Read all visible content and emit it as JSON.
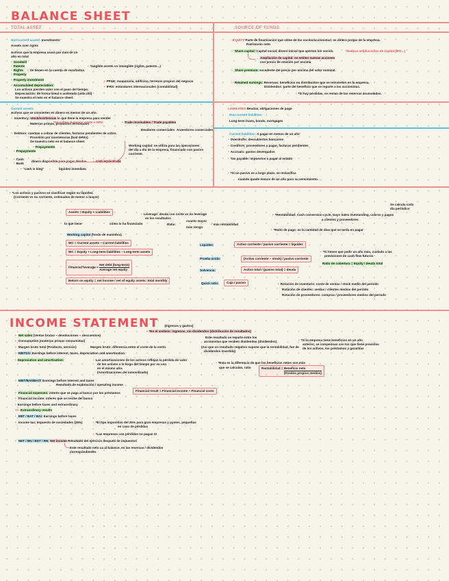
{
  "balance_sheet": {
    "title": "BALANCE SHEET",
    "left_header": "TOTAL ASSET",
    "right_header": "SOURCE OF FUNDS",
    "non_current": {
      "heading": "Non-current assets:",
      "heading_tail": "Investments",
      "line2": "Assets over rights",
      "line3a": "Activos que la empresa usará por más de un",
      "line3b": "año en total",
      "items": [
        "Goodwill",
        "Patents",
        "Rights",
        "Property",
        "Property investment"
      ],
      "rights_note": "Se tienen en la cuenta de resultados.",
      "acc_heading": "Accumulated depreciation:",
      "acc_lines": [
        "Los activos pierden valor con el paso del tiempo.",
        "Depreciación: de forma lineal o acelerada (vida útil)",
        "Se muestra el neto en el balance sheet."
      ],
      "side_note": "Tangible assets vs intangible (rights, patents...)",
      "ppe_note": "PP&E: maquinaria, edificios, terrenos propios del negocio",
      "ifrs_note": "IFRS: estándares internacionales (contabilidad)"
    },
    "equity": {
      "heading": "EQUITY",
      "text1": "Parte de financiación que viene de los socios/accionistas; es dinero propio de la empresa.",
      "text1b": "Patrimonio neto",
      "share_capital": "Share capital:",
      "share_capital_text": "Capital social, dinero inicial que aportan los socios.",
      "share_capital_note": "*Nuevas ampliaciones de capital (IPO...)",
      "ampliacion": "Ampliación de capital: se emiten nuevas acciones",
      "ampliacion2": "con precio de emisión por encima",
      "share_premium": "Share premium:",
      "share_premium_text": "excedente del precio por encima del valor nominal.",
      "retained": "Retained earnings:",
      "retained_text": "Reservas; beneficios no distribuidos que se reinvierten en la empresa.",
      "retained_text2": "Dividendos: parte del beneficio que se reparte a los accionistas.",
      "retained_note": "*Si hay pérdidas, se restan de las reservas acumuladas."
    },
    "current": {
      "heading": "Current assets:",
      "line1": "Activos que se convierten en dinero en menos de un año.",
      "inventory": "Inventory:",
      "inventory_tag": "stock/existencias",
      "inventory_text": "lo que tiene la empresa para vender",
      "inventory_sub": "Materias primas, productos terminados",
      "inventory_note": "*Se valora al menor: coste o NRV",
      "receivables": "Debtors:",
      "receivables_text": "cuentas a cobrar de clientes, facturas pendientes de cobro.",
      "receivables_text2": "Provisión por insolvencias (bad debts).",
      "receivables_text3": "Se muestra neto en el balance sheet.",
      "prepayments": "Prepayments",
      "cash": "Cash",
      "bank": "Bank",
      "cash_text": "dinero disponible para pagar deudas",
      "cash_note": "cash equivalents",
      "cash_quote": "\"cash is king\"",
      "cash_quote_text": "liquidez inmediata",
      "side_tag": "Trade receivables / Trade payables",
      "side_a": "Deudores comerciales",
      "side_b": "Acreedores comerciales",
      "working": "Working capital: se utiliza para las operaciones del día a día de la empresa, financiado con pasivo corriente."
    },
    "liabilities": {
      "heading": "LIABILITIES",
      "heading_tail": "Deudas, obligaciones de pago",
      "nc_heading": "Non-current liabilities:",
      "nc_text": "Long-term loans, bonds, mortgages",
      "cur_heading": "Current liabilities:",
      "cur_text": "A pagar en menos de un año",
      "items": [
        "Overdrafts: descubiertos bancarios",
        "Creditors: proveedores a pagar, facturas pendientes",
        "Accruals: gastos devengados",
        "Tax payable: impuestos a pagar al estado"
      ],
      "note": "*Si un pasivo es a largo plazo, se reclasifica",
      "note2": "cuando quede menos de un año para su vencimiento."
    },
    "bottom_note": "*Los activos y pasivos se clasifican según su liquidez.",
    "bottom_note2": "(Corriente vs no corriente, ordenados de menor a mayor)",
    "formulas": {
      "accounting_eq": "Assets = Equity + Liabilities",
      "label_left": "lo que tiene",
      "label_right": "cómo lo ha financiado",
      "wc_tag": "Working capital",
      "wc_tag_tail": "(fondo de maniobra)",
      "wc": "WC = Current assets − Current liabilities",
      "wc2": "WC = Equity + Long-term liabilities − Long-term assets",
      "gearing_label": "Financial leverage =",
      "gearing_num": "Net debt (long-term)",
      "gearing_den": "Average net equity",
      "roe": "Return on equity = net income / net of equity assets: total monthly",
      "leverage_note": "Leverage: deuda con coste vs no leverage",
      "leverage_note2": "en los resultados",
      "gearing_branch": "Ratio:",
      "gearing_high": "cuanto mayor",
      "gearing_low": "más riesgo",
      "gearing_result": "más rentabilidad",
      "liquidity_label": "Liquidez:",
      "liquidity_eq": "Activo corriente / pasivo corriente = liquidez",
      "acid_label": "Prueba ácida:",
      "acid_eq": "(Activo corriente − stock) / pasivo corriente",
      "solvency_label": "Solvencia:",
      "solvency_eq": "Activo total / (pasivo total) = deuda",
      "cash_label": "Quick ratio:",
      "cash_eq": "Caja / pasivo",
      "r_note1": "*Rentabilidad: Cash conversion cycle, Days Sales Outstanding, cobros y pagos",
      "r_note1b": "a clientes y proveedores",
      "r_note2": "*Ratio de pago: es la cantidad de días que se tarda en pagar",
      "r_top": "Se calcula cada",
      "r_top2": "día periódico",
      "green_note": "*Si tienes que pedir un año más, cuidado a las",
      "green_note2": "previsiones de cash flow futuros",
      "green_note3": "Ratio de cobertura = Equity / deuda total",
      "rot1": "Rotación de inventario: coste de ventas / stock medio del periodo",
      "rot2": "Rotación de clientes: ventas / clientes medios del periodo",
      "rot3": "Rotación de proveedores: compras / proveedores medios del periodo"
    }
  },
  "income_statement": {
    "title": "INCOME STATEMENT",
    "subtitle": "(Ingresos y gastos)",
    "net_sales": "Net sales",
    "net_sales_text": "(Ventas brutas − devoluciones − descuentos)",
    "consumption": "Consumption",
    "consumption_text": "(materias primas consumidas)",
    "gross_margin": "Margen bruto total",
    "gross_margin_tag": "(Producto, servicio)",
    "gross_margin_note": "Margen bruto: diferencia entre el coste de la venta",
    "ebitda": "EBITDA:",
    "ebitda_text": "Earnings before interest, taxes, depreciation and amortisation",
    "depreciation": "Depreciation and amortisation:",
    "dep_note1": "Las amortizaciones de los activos reflejan la pérdida de valor",
    "dep_note2": "de los activos a lo largo del tiempo por su uso",
    "dep_note3": "en el mismo año.",
    "dep_note4": "(Amortizaciones del inmovilizado)",
    "ebit": "EBIT/BAII/BAIT:",
    "ebit_text": "Earnings before interest and taxes",
    "ebit_text2": "Resultado de explotación / operating income",
    "fin_exp": "Financial expenses:",
    "fin_exp_text": "interés que se paga al banco por los préstamos",
    "fin_inc": "Financial income:",
    "fin_inc_text": "interés que se recibe del banco",
    "ebt": "Earnings before taxes and extraordinary",
    "extraordinary": "Extraordinary results",
    "ebt2": "EBT / BAT / BAI:",
    "ebt2_text": "Earnings before taxes",
    "income_tax": "Income tax:",
    "income_tax_text": "Impuesto de sociedades (25%)",
    "tax_note": "*El tipo impositivo del 25% para gran empresas y pymes, pequeñas",
    "tax_note2": "en caso de pérdidas",
    "tax_note3": "*Las empresas con pérdidas no pagan IS",
    "net": "NET / BN / BDT / RN:",
    "net_tag": "Net income",
    "net_text": "Resultado del ejercicio después de impuestos",
    "net_text2": "Este resultado neto va al balance, en las reservas / dividendos",
    "net_text3": "correspondientes",
    "fin_result": "Financial result = Financial income − Financial costs",
    "r1": "*En el análisis: ingresos, sin dividendos (distribución de resultados)",
    "r2": "Este resultado se reparte entre los",
    "r2b": "accionistas que reciben dividendos (dividendos)",
    "r3": "(Así que un resultado negativo supone que la rentabilidad, fue de",
    "r3b": "dividendos invertida)",
    "r4": "*Si la empresa tiene beneficios en un año",
    "r4b": "anterior, se compensan con los que tiene previstos",
    "r4c": "de los activos, los préstamos y garantías",
    "r5": "*Esta es la diferencia de que los beneficios netos son más",
    "r5b": "que se calculan, ratio",
    "roe_box": "Rentabilidad =",
    "roe_num": "Beneficio neto",
    "roe_den": "(Fondos propios medios)"
  }
}
